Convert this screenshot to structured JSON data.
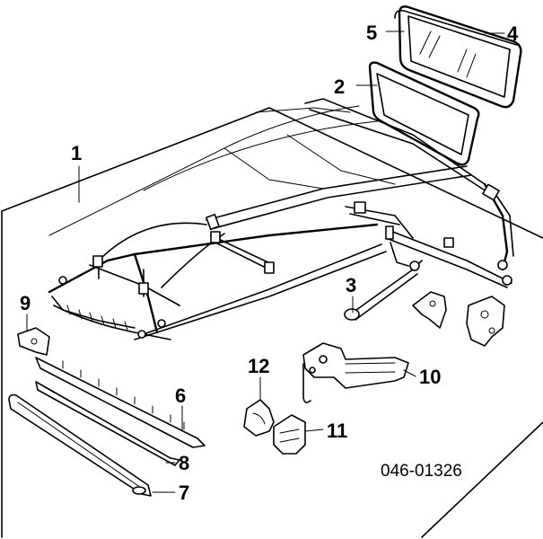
{
  "diagram": {
    "part_number": "046-01326",
    "callouts": [
      {
        "id": "c1",
        "label": "1"
      },
      {
        "id": "c2",
        "label": "2"
      },
      {
        "id": "c3",
        "label": "3"
      },
      {
        "id": "c4",
        "label": "4"
      },
      {
        "id": "c5",
        "label": "5"
      },
      {
        "id": "c6",
        "label": "6"
      },
      {
        "id": "c7",
        "label": "7"
      },
      {
        "id": "c8",
        "label": "8"
      },
      {
        "id": "c9",
        "label": "9"
      },
      {
        "id": "c10",
        "label": "10"
      },
      {
        "id": "c11",
        "label": "11"
      },
      {
        "id": "c12",
        "label": "12"
      }
    ]
  }
}
